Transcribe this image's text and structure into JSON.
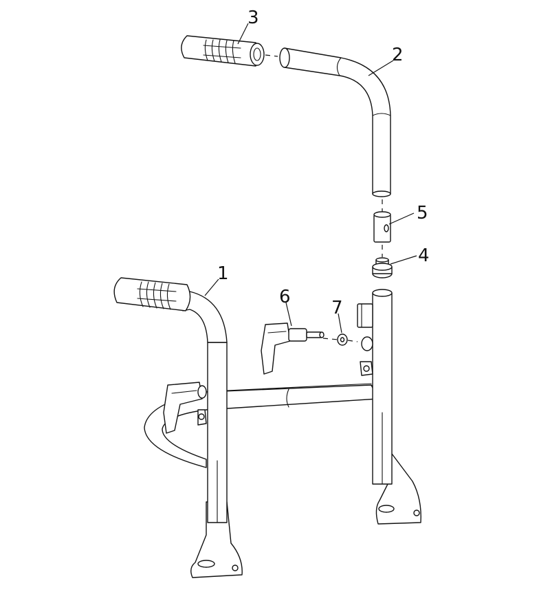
{
  "callouts": {
    "part1": "1",
    "part2": "2",
    "part3": "3",
    "part4": "4",
    "part5": "5",
    "part6": "6",
    "part7": "7"
  },
  "colors": {
    "line": "#111111",
    "background": "#ffffff"
  }
}
